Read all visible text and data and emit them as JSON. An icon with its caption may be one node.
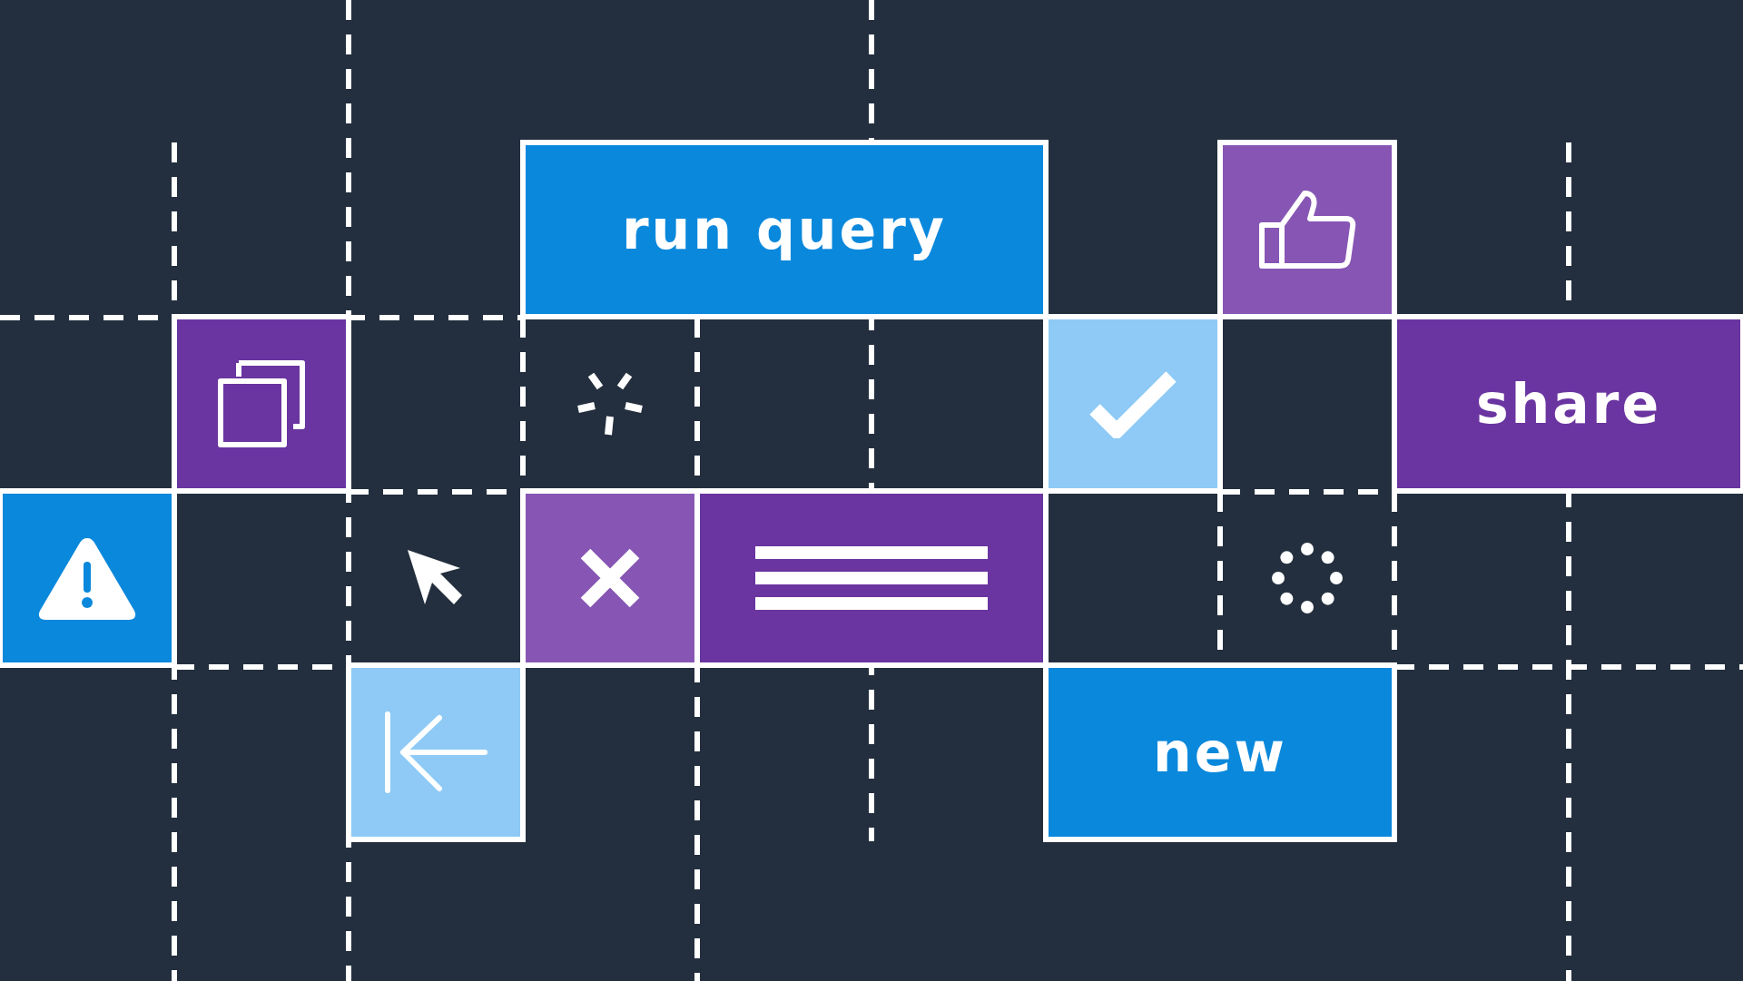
{
  "diagram": {
    "nodes": [
      {
        "text": [
          "run query"
        ]
      },
      {
        "text": [],
        "shape": "box"
      },
      {
        "text": [],
        "shape": "box"
      },
      {
        "text": [],
        "shape": "box"
      },
      {
        "text": [
          "share"
        ]
      },
      {
        "text": [],
        "shape": "box"
      },
      {
        "text": [],
        "shape": "box"
      },
      {
        "text": [],
        "shape": "box"
      },
      {
        "text": [],
        "shape": "box"
      },
      {
        "text": [
          "new"
        ]
      }
    ]
  }
}
